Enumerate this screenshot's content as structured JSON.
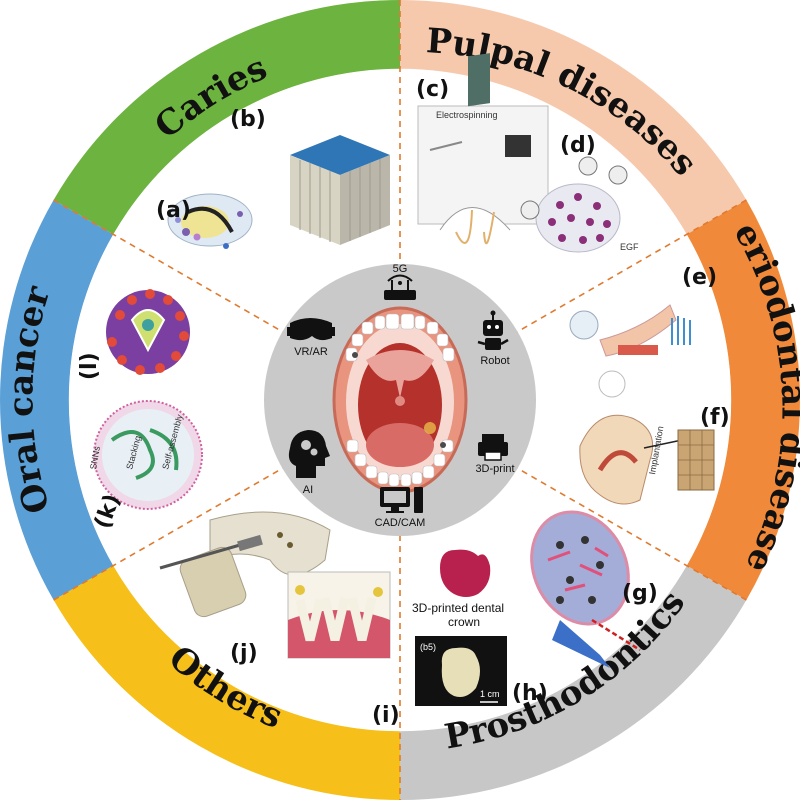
{
  "colors": {
    "caries": "#6db33f",
    "pulpal": "#f6c9ad",
    "periodontal": "#f08a3a",
    "prosthodontics": "#c7c7c7",
    "others": "#f7bf1a",
    "oral_cancer": "#5a9fd6",
    "center_disc": "#c9c9c9",
    "divider": "#e07a2f"
  },
  "ring": {
    "caries": "Caries",
    "pulpal": "Pulpal diseases",
    "periodontal": "Periodontal diseases",
    "prosthodontics": "Prosthodontics",
    "others": "Others",
    "oral_cancer": "Oral cancer"
  },
  "panels": {
    "a": "(a)",
    "b": "(b)",
    "c": "(c)",
    "d": "(d)",
    "e": "(e)",
    "f": "(f)",
    "g": "(g)",
    "h": "(h)",
    "i": "(i)",
    "j": "(j)",
    "k": "(k)",
    "l": "(l)"
  },
  "technologies": {
    "fiveg": "5G",
    "vrar": "VR/AR",
    "robot": "Robot",
    "ai": "AI",
    "printing": "3D-print",
    "cadcam": "CAD/CAM"
  },
  "insets": {
    "electrospinning": "Electrospinning",
    "egf": "EGF",
    "implantation": "Implantation",
    "crown_line1": "3D-printed dental",
    "crown_line2": "crown",
    "b5": "(b5)",
    "scale": "1 cm",
    "snns": "SNNs",
    "stacking": "Stacking",
    "self_assembly": "Self-assembly"
  },
  "icons": {
    "vrar": "vr-headset-icon",
    "fiveg": "wifi-router-icon",
    "robot": "robot-icon",
    "ai": "ai-head-gears-icon",
    "printing": "printer-icon",
    "cadcam": "computer-workstation-icon",
    "center": "open-mouth-teeth-icon"
  }
}
